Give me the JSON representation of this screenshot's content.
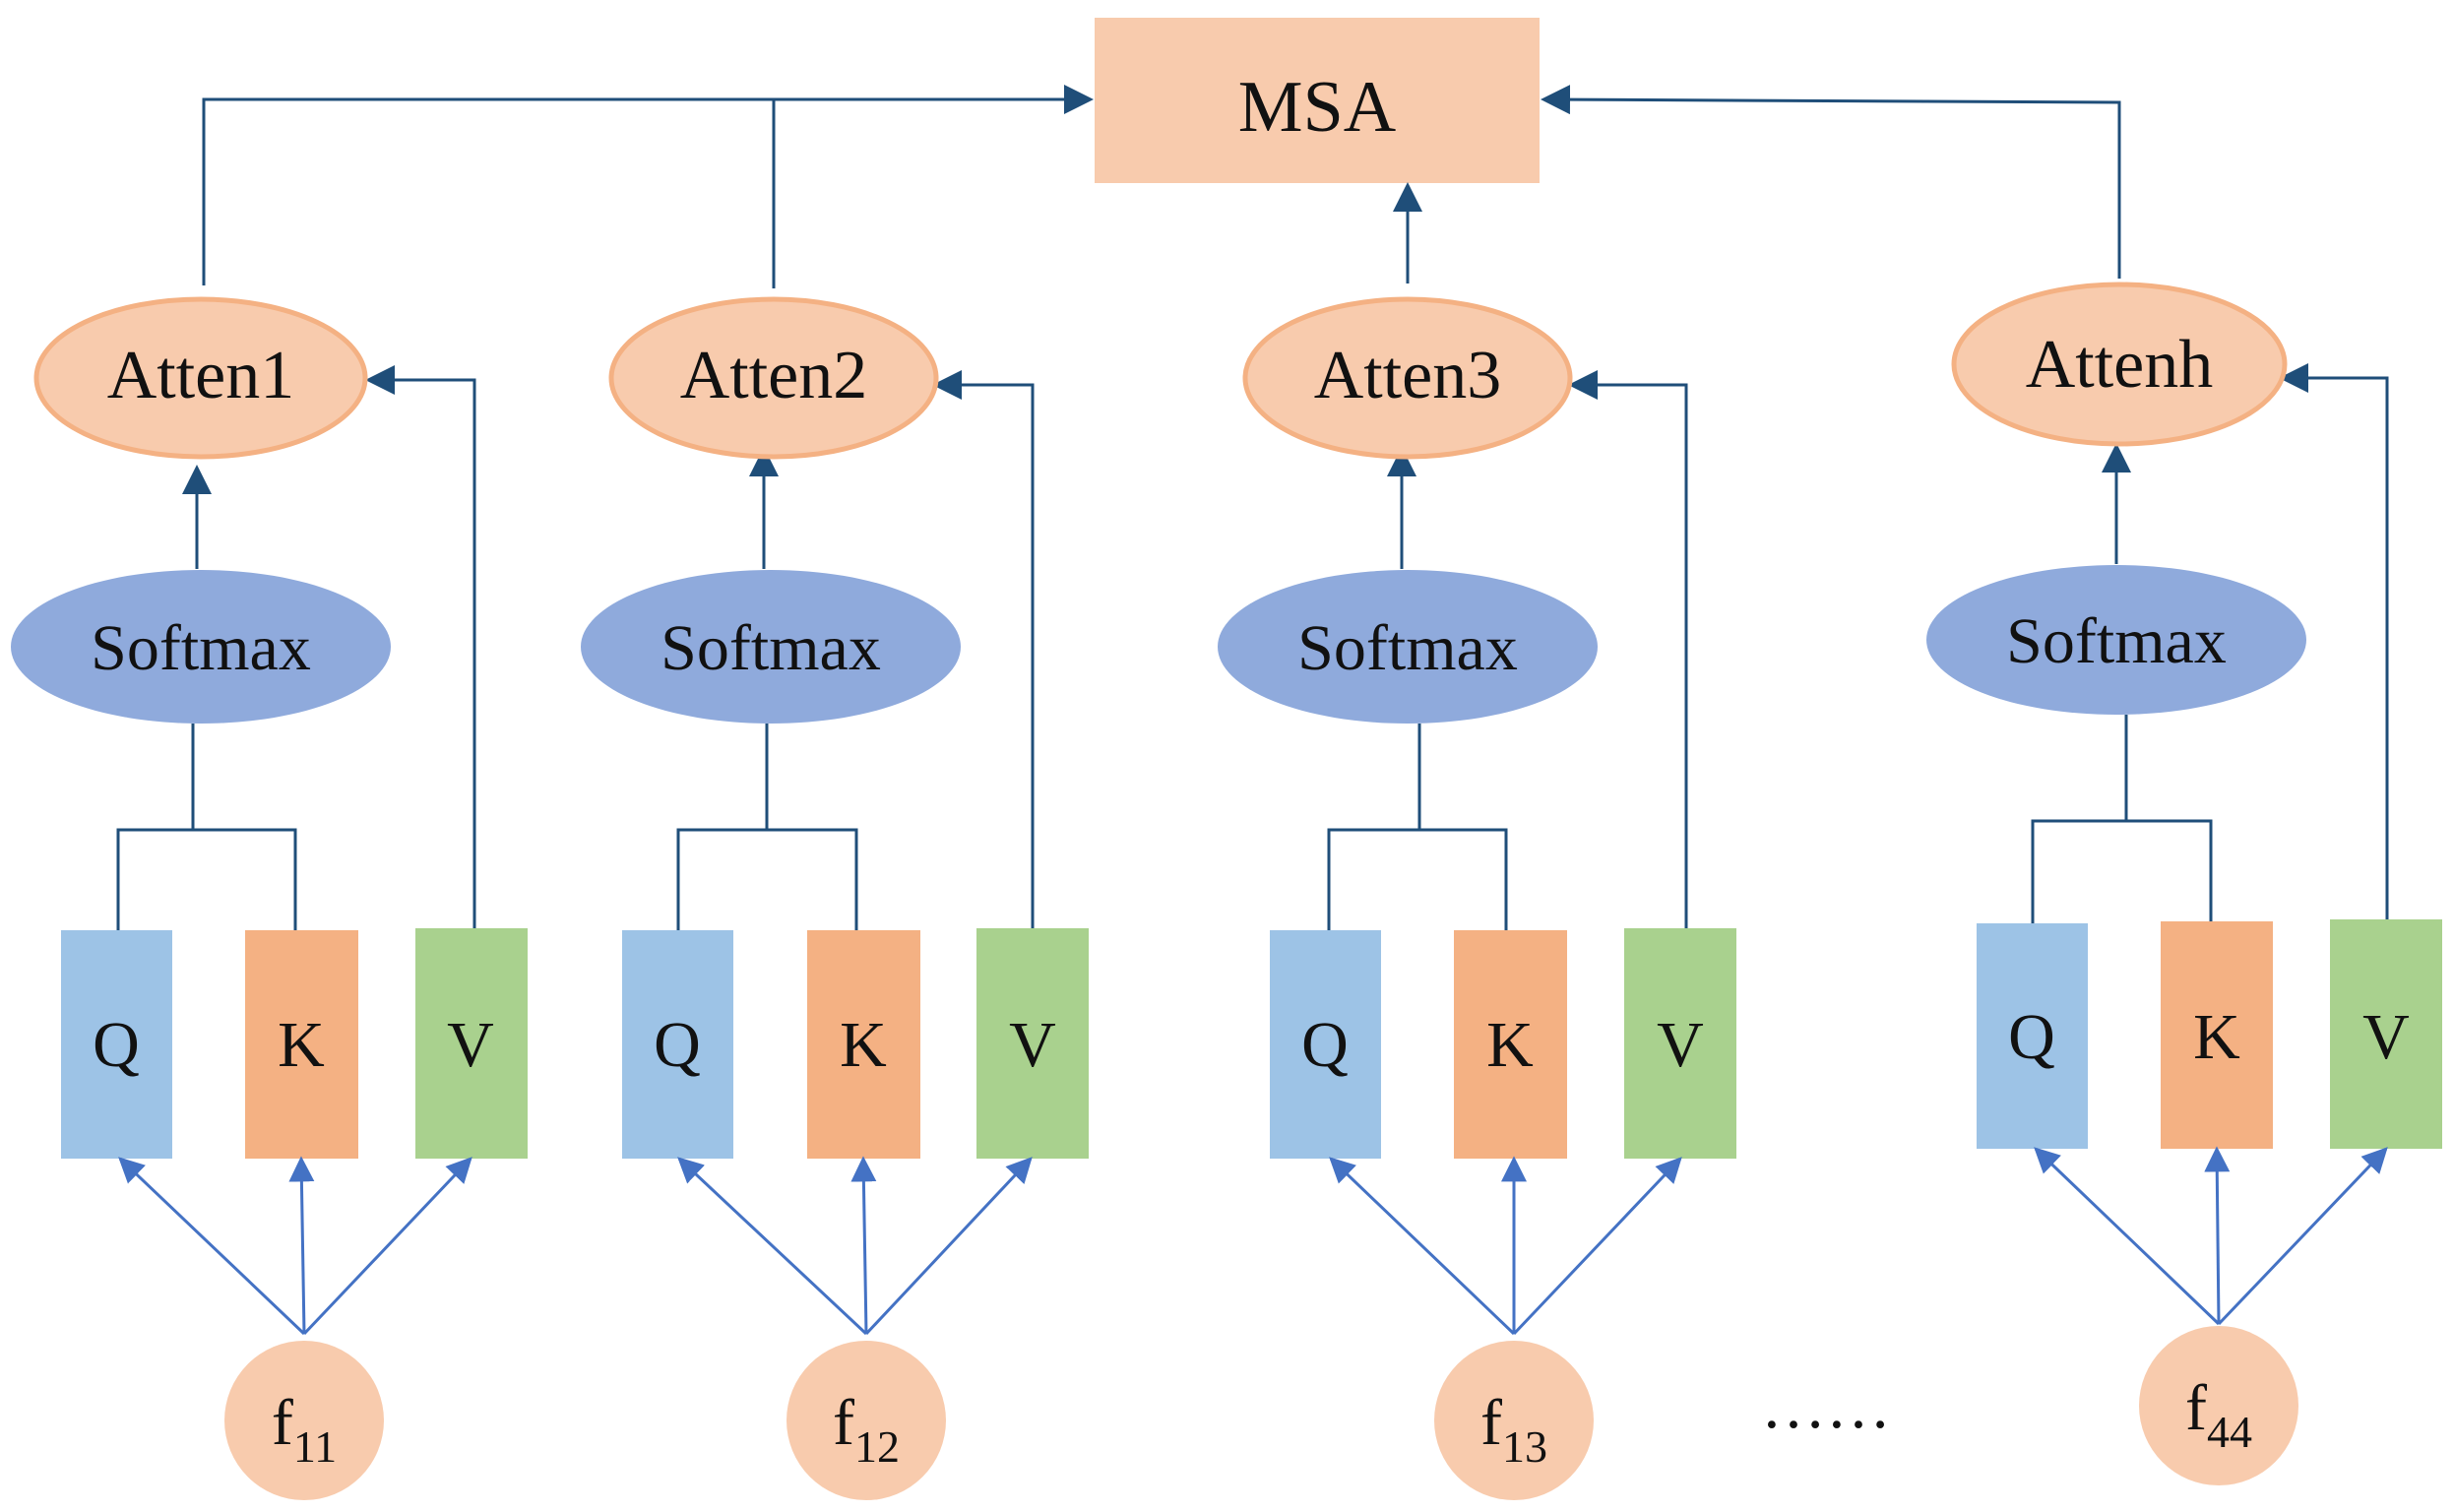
{
  "msa": {
    "label": "MSA"
  },
  "heads": [
    {
      "atten": "Atten1",
      "softmax": "Softmax",
      "q": "Q",
      "k": "K",
      "v": "V",
      "feature": {
        "base": "f",
        "sub": "11"
      }
    },
    {
      "atten": "Atten2",
      "softmax": "Softmax",
      "q": "Q",
      "k": "K",
      "v": "V",
      "feature": {
        "base": "f",
        "sub": "12"
      }
    },
    {
      "atten": "Atten3",
      "softmax": "Softmax",
      "q": "Q",
      "k": "K",
      "v": "V",
      "feature": {
        "base": "f",
        "sub": "13"
      }
    },
    {
      "atten": "Attenh",
      "softmax": "Softmax",
      "q": "Q",
      "k": "K",
      "v": "V",
      "feature": {
        "base": "f",
        "sub": "44"
      }
    }
  ],
  "ellipsis": "……",
  "colors": {
    "msa_fill": "#f8cbad",
    "atten_fill": "#f8cbad",
    "atten_stroke": "#f4b183",
    "softmax_fill": "#8faadc",
    "q_fill": "#9dc3e6",
    "k_fill": "#f4b183",
    "v_fill": "#a9d18e",
    "feature_fill": "#f8cbad",
    "dark_line": "#1f4e79",
    "blue_line": "#4472c4"
  }
}
